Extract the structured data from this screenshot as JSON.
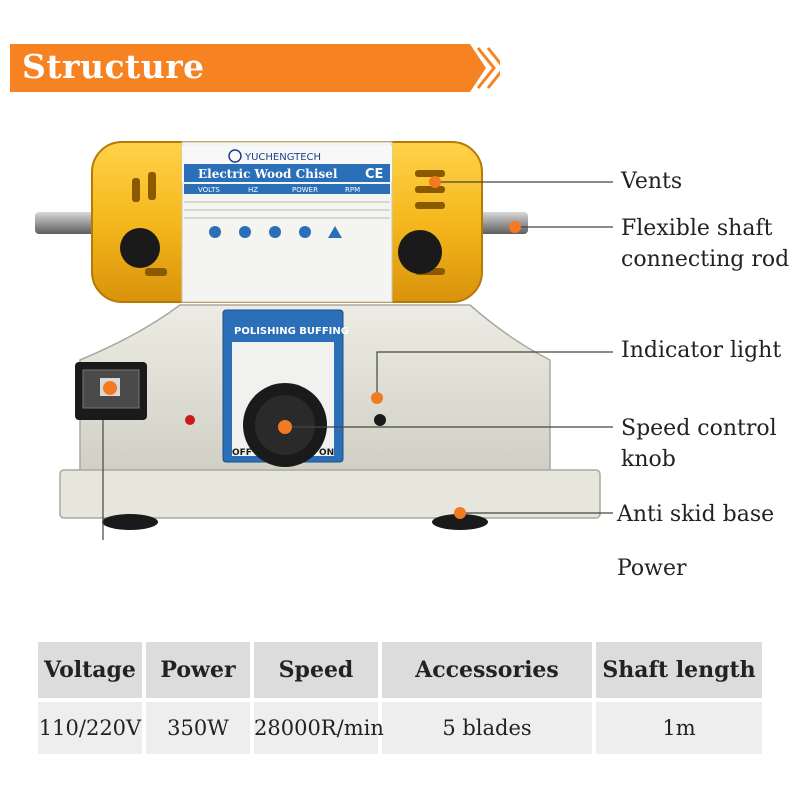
{
  "banner": {
    "title": "Structure",
    "color": "#f68222"
  },
  "device": {
    "label_brand": "YUCHENGTECH",
    "label_title": "Electric Wood Chisel",
    "label_cert": "CE",
    "label_headers": [
      "VOLTS",
      "HZ",
      "POWER",
      "RPM"
    ],
    "panel_text": "POLISHING BUFFING",
    "off_text": "OFF",
    "on_text": "ON",
    "motor_color": "#f5b81c",
    "base_color": "#e3e3d8",
    "panel_color": "#2a6fb8",
    "marker_color": "#f37a20"
  },
  "callouts": [
    {
      "label": "Vents"
    },
    {
      "label": "Flexible shaft\nconnecting rod"
    },
    {
      "label": "Indicator light"
    },
    {
      "label": "Speed control\nknob"
    },
    {
      "label": "Anti skid base"
    },
    {
      "label": "Power"
    }
  ],
  "specs": {
    "headers": [
      "Voltage",
      "Power",
      "Speed",
      "Accessories",
      "Shaft length"
    ],
    "values": [
      "110/220V",
      "350W",
      "28000R/min",
      "5 blades",
      "1m"
    ]
  }
}
